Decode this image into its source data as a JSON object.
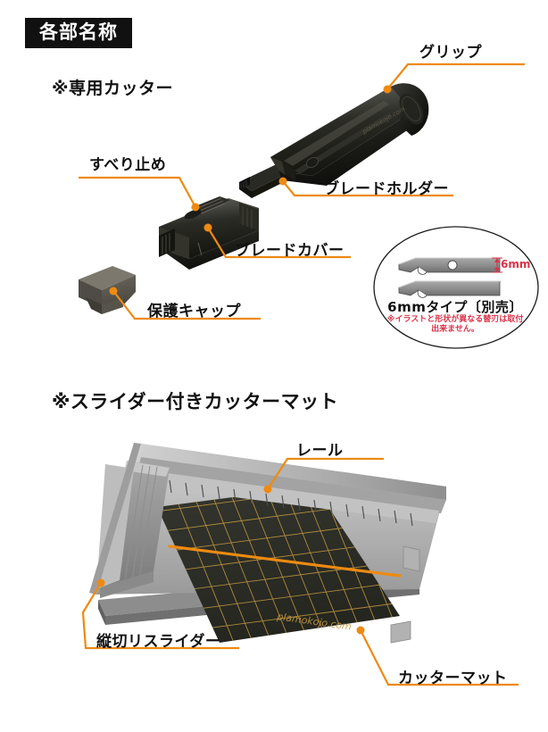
{
  "header": {
    "section_title": "各部名称"
  },
  "sections": [
    {
      "id": "cutter",
      "heading": "※専用カッター"
    },
    {
      "id": "mat",
      "heading": "※スライダー付きカッターマット"
    }
  ],
  "callouts": {
    "grip": "グリップ",
    "blade_holder": "ブレードホルダー",
    "slip_stop": "すべり止め",
    "blade_cover": "ブレードカバー",
    "protective_cap": "保護キャップ",
    "rail": "レール",
    "vertical_slider": "縦切リスライダー",
    "cutter_mat": "カッターマット"
  },
  "blade_detail": {
    "dimension": "6mm",
    "type_label": "6mmタイプ〔別売〕",
    "warning": "※イラストと形状が異なる替刃は取付出来ません。"
  },
  "watermarks": {
    "cutter_body": "plamokojo.com",
    "mat_surface": "plamokojo.com"
  },
  "colors": {
    "accent_orange": "#ED8A12",
    "grid_orange": "#D29A3A",
    "warning_red": "#D8344A",
    "chip_black": "#111111",
    "plastic_gray": "#B4B4B4",
    "mat_dark": "#2E302B",
    "body_black": "#1C1C1A"
  }
}
